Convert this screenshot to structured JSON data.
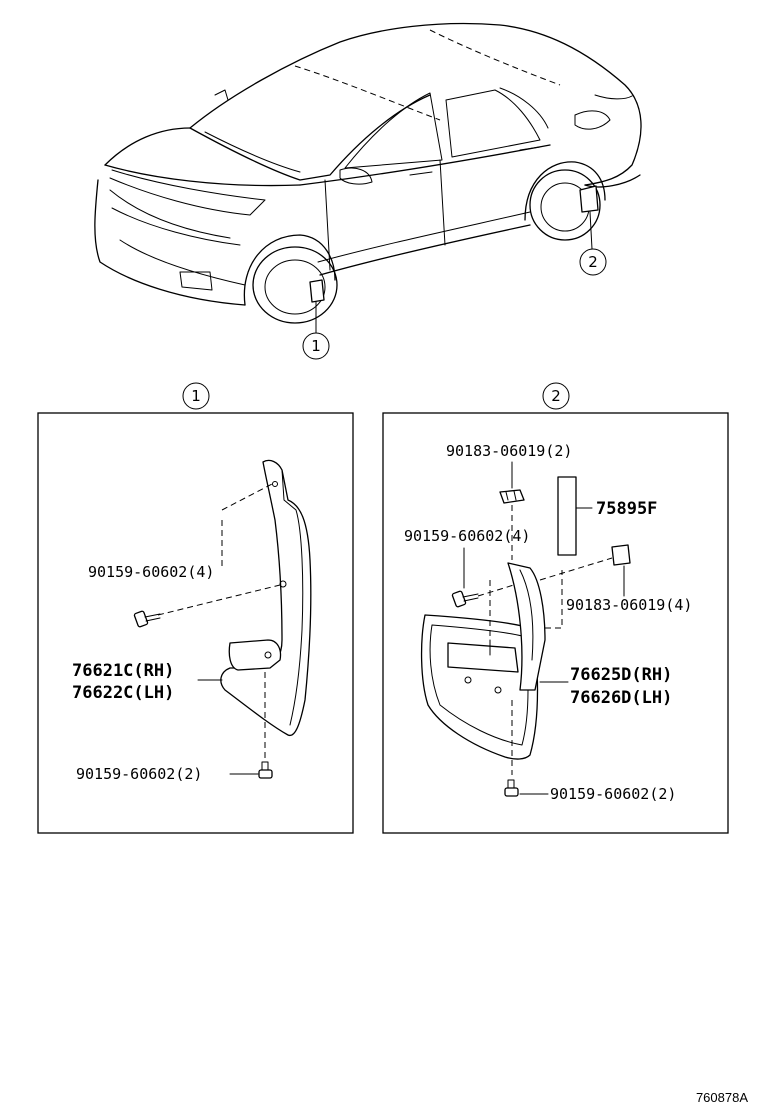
{
  "callouts": {
    "front": "1",
    "rear": "2"
  },
  "panel_front": {
    "title": "1",
    "bolt_upper": "90159-60602(4)",
    "flap_rh": "76621C(RH)",
    "flap_lh": "76622C(LH)",
    "bolt_lower": "90159-60602(2)"
  },
  "panel_rear": {
    "title": "2",
    "nut_top": "90183-06019(2)",
    "tape": "75895F",
    "bolt_upper": "90159-60602(4)",
    "nut_right": "90183-06019(4)",
    "flap_rh": "76625D(RH)",
    "flap_lh": "76626D(LH)",
    "bolt_lower": "90159-60602(2)"
  },
  "diagram_code": "760878A"
}
